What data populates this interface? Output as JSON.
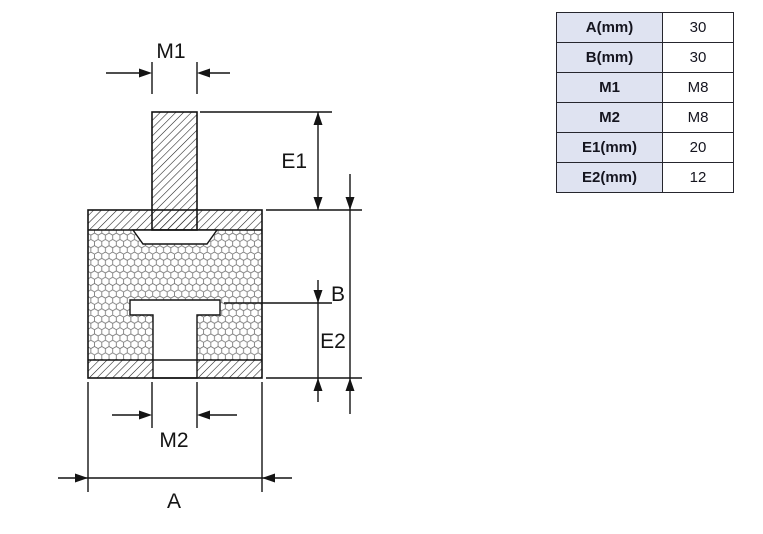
{
  "diagram": {
    "labels": {
      "m1": "M1",
      "e1": "E1",
      "b": "B",
      "e2": "E2",
      "m2": "M2",
      "a": "A"
    }
  },
  "table": {
    "rows": [
      {
        "label": "A(mm)",
        "value": "30"
      },
      {
        "label": "B(mm)",
        "value": "30"
      },
      {
        "label": "M1",
        "value": "M8"
      },
      {
        "label": "M2",
        "value": "M8"
      },
      {
        "label": "E1(mm)",
        "value": "20"
      },
      {
        "label": "E2(mm)",
        "value": "12"
      }
    ]
  },
  "colors": {
    "table_label_bg": "#dfe3f1",
    "table_border": "#26262e",
    "line_color": "#141414"
  }
}
